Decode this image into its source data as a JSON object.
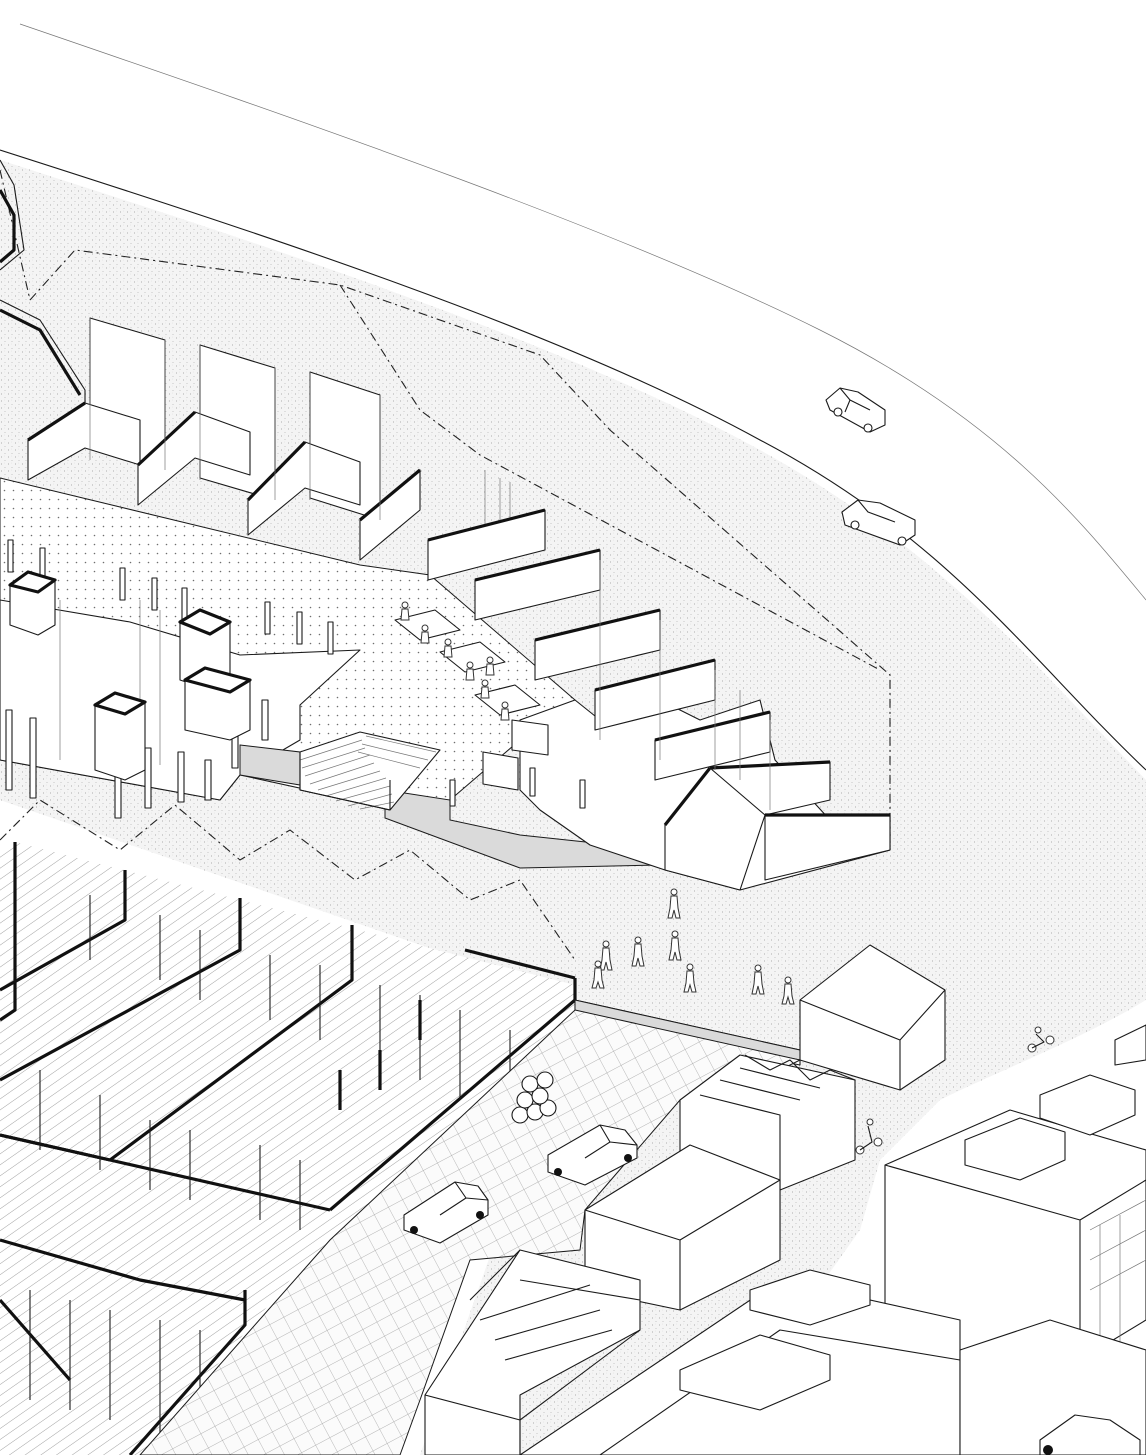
{
  "drawing": {
    "kind": "axonometric urban site drawing",
    "palette": {
      "ink": "#1a1a1a",
      "paper": "#ffffff",
      "ground_stipple": "#d9d9d9",
      "plaza_dots": "#8a8a8a",
      "retaining_wall": "#dadada"
    },
    "elements": [
      "road",
      "riverside-terrain",
      "project-boundary",
      "canopy-row",
      "courtyard-plaza",
      "grand-stair",
      "cafe-terrace",
      "market-hall-grid",
      "townhouse-row",
      "apartment-block",
      "vans",
      "cars",
      "cyclists",
      "pedestrians",
      "timber-log-pile"
    ]
  }
}
